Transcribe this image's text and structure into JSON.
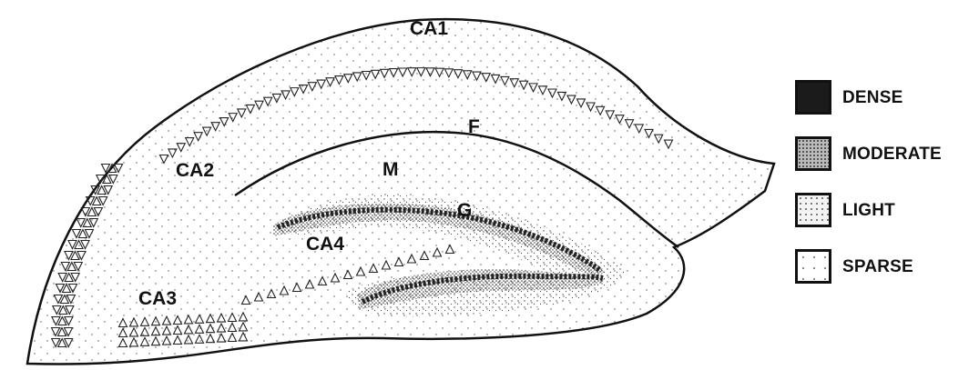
{
  "regions": {
    "ca1": "CA1",
    "ca2": "CA2",
    "ca3": "CA3",
    "ca4": "CA4",
    "f": "F",
    "m": "M",
    "g": "G"
  },
  "legend": {
    "items": [
      {
        "label": "DENSE",
        "density": "dense",
        "color": "#1a1a1a"
      },
      {
        "label": "MODERATE",
        "density": "moderate",
        "color": "#8a8a8a"
      },
      {
        "label": "LIGHT",
        "density": "light",
        "color": "#c8c8c8"
      },
      {
        "label": "SPARSE",
        "density": "sparse",
        "color": "#e6e6e6"
      }
    ]
  }
}
